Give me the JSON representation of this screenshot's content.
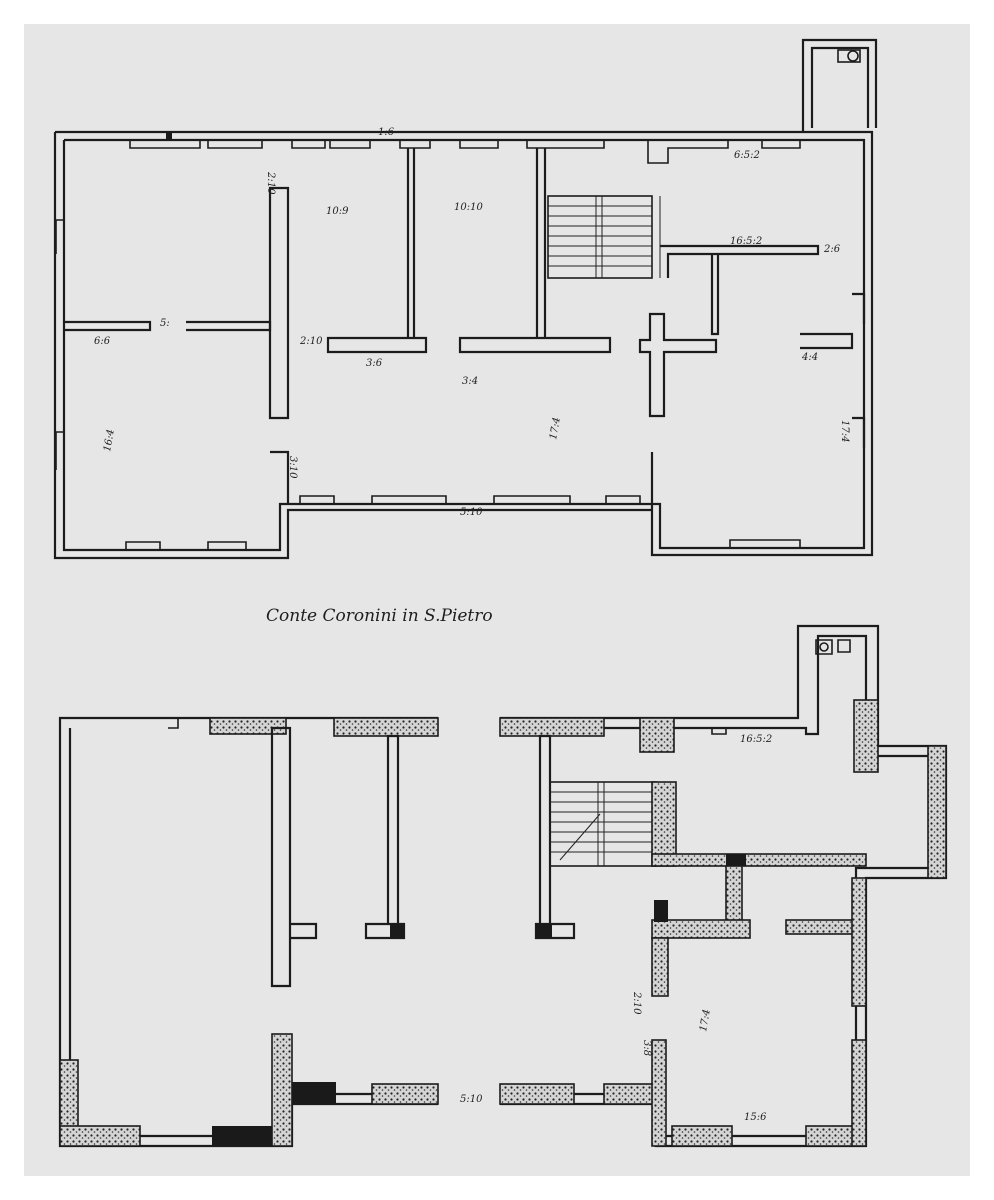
{
  "title": "Conte Coronini in S.Pietro",
  "dimensions": {
    "upper": [
      "1:6",
      "2:10",
      "10:9",
      "10:10",
      "6:5:2",
      "16:5:2",
      "2:6",
      "6:6",
      "5:",
      "2:10",
      "3:6",
      "3:4",
      "16:4",
      "3:10",
      "4:4",
      "17:4",
      "5:10",
      "17:4"
    ],
    "lower": [
      "16:5:2",
      "5:10",
      "2:10",
      "3:8",
      "17:4",
      "15:6"
    ]
  }
}
